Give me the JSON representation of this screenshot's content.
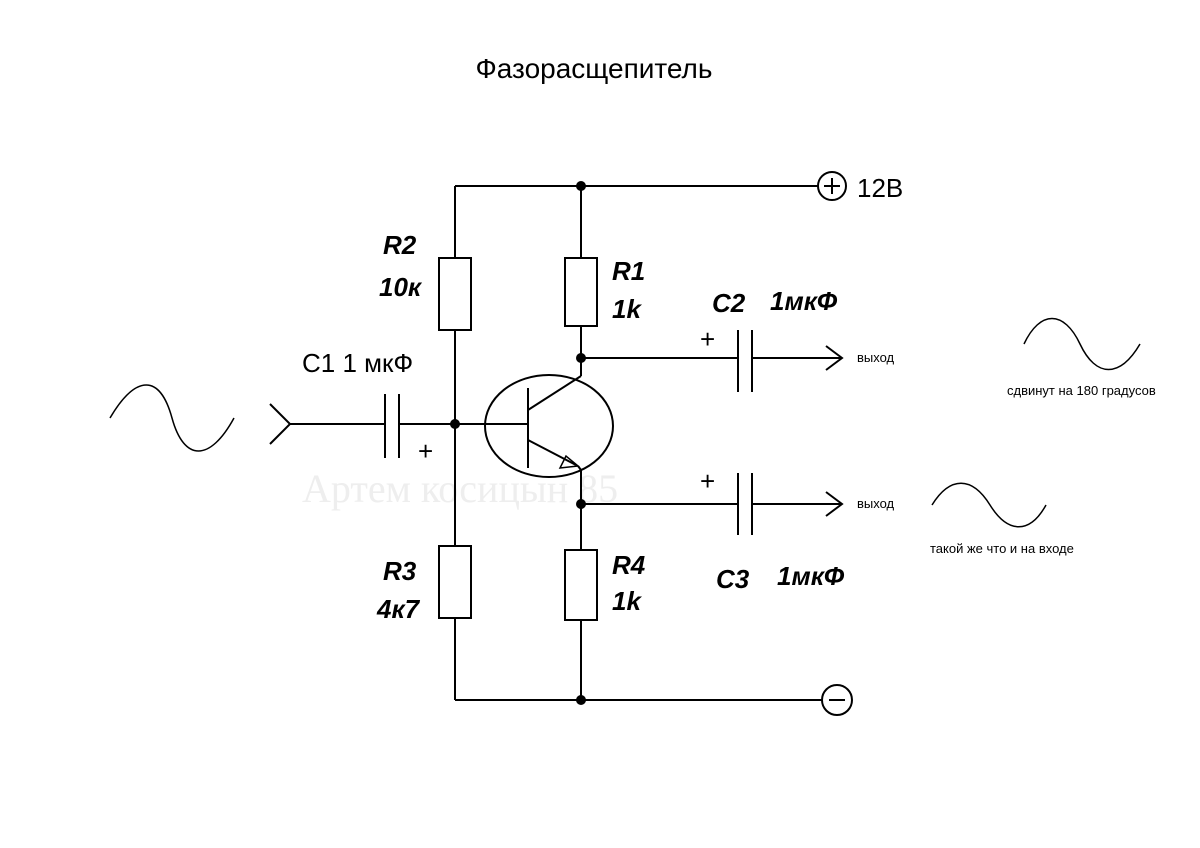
{
  "title": "Фазорасщепитель",
  "supply": {
    "positive_label": "12В"
  },
  "components": {
    "r1": {
      "name": "R1",
      "value": "1k"
    },
    "r2": {
      "name": "R2",
      "value": "10к"
    },
    "r3": {
      "name": "R3",
      "value": "4к7"
    },
    "r4": {
      "name": "R4",
      "value": "1k"
    },
    "c1": {
      "label": "С1 1 мкФ"
    },
    "c2": {
      "name": "С2",
      "value": "1мкФ"
    },
    "c3": {
      "name": "С3",
      "value": "1мкФ"
    }
  },
  "outputs": {
    "top": {
      "label": "выход",
      "note": "сдвинут на 180 градусов"
    },
    "bottom": {
      "label": "выход",
      "note": "такой же что и на входе"
    }
  },
  "polarity_mark": "+",
  "watermark": "Артем косицын 85"
}
